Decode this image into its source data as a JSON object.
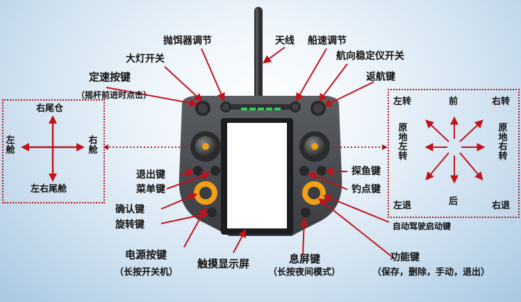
{
  "labels": {
    "bait": "抛饵器调节",
    "antenna": "天线",
    "boat_speed": "船速调节",
    "light": "大灯开关",
    "heading": "航向稳定仪开关",
    "cruise": "定速按键",
    "cruise_note": "（摇杆前进时点击）",
    "return": "返航键",
    "exit": "退出键",
    "menu": "菜单键",
    "confirm": "确认键",
    "rotate": "旋转键",
    "fishfinder": "探鱼键",
    "fishing_spot": "钓点键",
    "autopilot": "自动驾驶启动键",
    "power": "电源按键",
    "power_note": "（长按开关机）",
    "touchscreen": "触摸显示屏",
    "screen_off": "息屏键",
    "screen_off_note": "（长按夜间模式）",
    "function": "功能键",
    "function_note": "（保存，删除，手动，退出）"
  },
  "left_box": {
    "top": "右尾仓",
    "left": "左舱",
    "right": "右舱",
    "bottom": "左右尾舱"
  },
  "right_box": {
    "top_left": "左转",
    "top": "前",
    "top_right": "右转",
    "left": "原地左转",
    "right": "原地右转",
    "bottom_left": "左退",
    "bottom": "后",
    "bottom_right": "右退"
  },
  "colors": {
    "arrow": "#c0121b",
    "body": "#4a4d52",
    "accent": "#f0a018",
    "screen": "#ffffff",
    "led": "#2fd15a"
  }
}
